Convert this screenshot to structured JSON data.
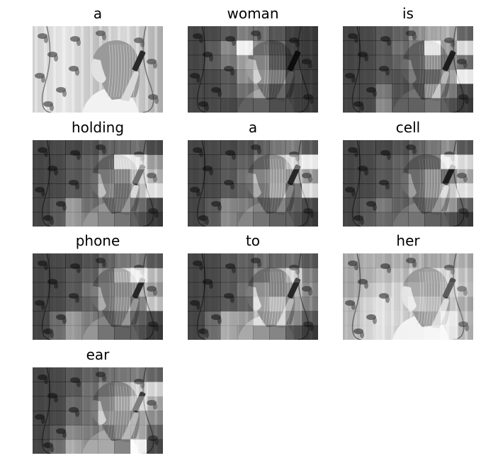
{
  "figure": {
    "panels": [
      {
        "word": "a"
      },
      {
        "word": "woman"
      },
      {
        "word": "is"
      },
      {
        "word": "holding"
      },
      {
        "word": "a"
      },
      {
        "word": "cell"
      },
      {
        "word": "phone"
      },
      {
        "word": "to"
      },
      {
        "word": "her"
      },
      {
        "word": "ear"
      }
    ]
  }
}
